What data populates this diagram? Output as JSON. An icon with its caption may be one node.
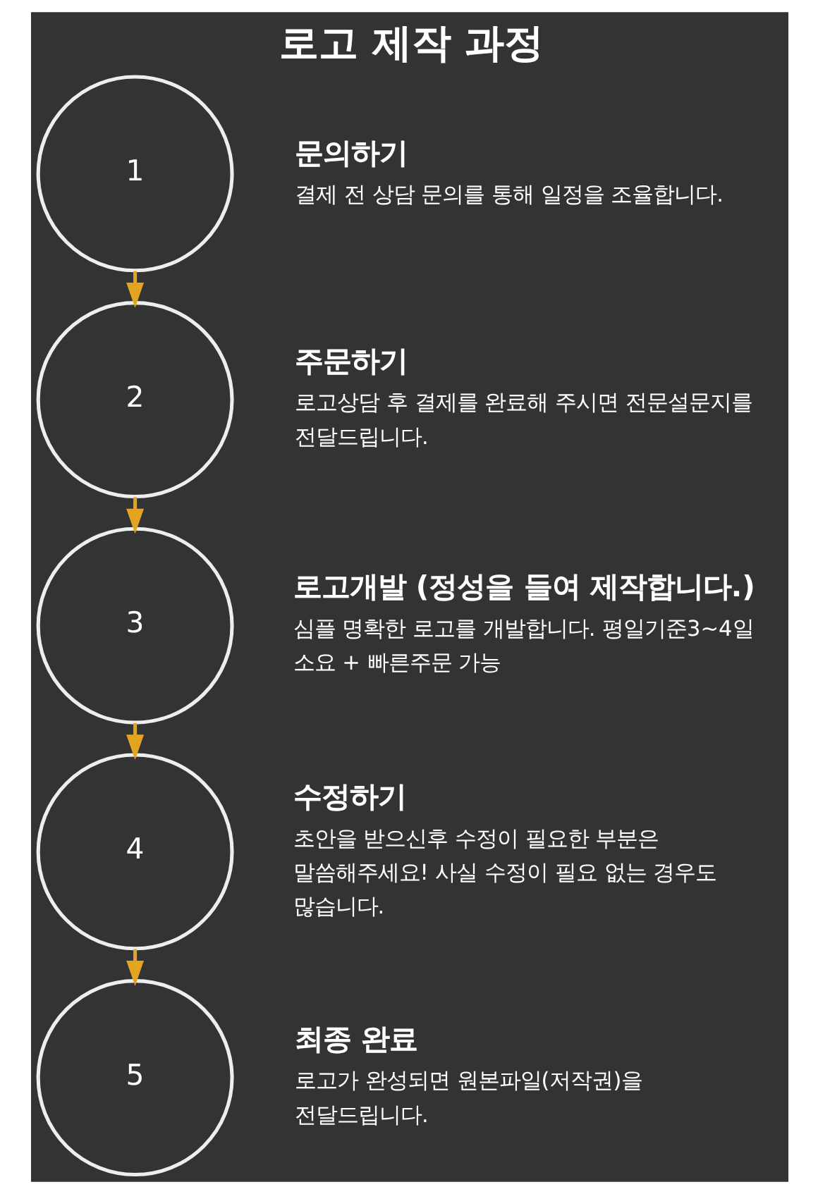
{
  "diagram": {
    "title": "로고 제작 과정",
    "nodes": [
      {
        "text": [
          "1"
        ],
        "beside": [
          "문의하기",
          "결제 전 상담 문의를 통해 일정을 조율합니다."
        ]
      },
      {
        "text": [
          "2"
        ],
        "beside": [
          "주문하기",
          "로고상담 후 결제를 완료해 주시면 전문설문지를 전달드립니다."
        ]
      },
      {
        "text": [
          "3"
        ],
        "beside": [
          "로고개발 (정성을 들여 제작합니다.)",
          "심플 명확한 로고를 개발합니다. 평일기준3~4일 소요 + 빠른주문 가능"
        ]
      },
      {
        "text": [
          "4"
        ],
        "beside": [
          "수정하기",
          "초안을 받으신후 수정이 필요한 부분은 말씀해주세요! 사실 수정이 필요 없는 경우도 많습니다."
        ]
      },
      {
        "text": [
          "5"
        ],
        "beside": [
          "최종 완료",
          "로고가 완성되면 원본파일(저작권)을 전달드립니다."
        ]
      }
    ],
    "edges": [
      {
        "from": 0,
        "to": 1,
        "arrow": "to",
        "color": "#e3a521"
      },
      {
        "from": 1,
        "to": 2,
        "arrow": "to",
        "color": "#e3a521"
      },
      {
        "from": 2,
        "to": 3,
        "arrow": "to",
        "color": "#e3a521"
      },
      {
        "from": 3,
        "to": 4,
        "arrow": "to",
        "color": "#e3a521"
      }
    ]
  }
}
